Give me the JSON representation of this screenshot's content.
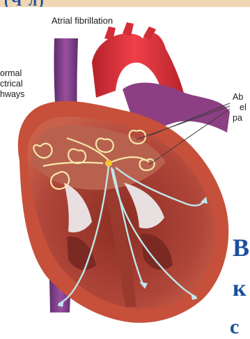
{
  "header": {
    "fragment": "(Ч л)"
  },
  "diagram": {
    "title": "Atrial fibrillation",
    "left_label": [
      "ormal",
      "ctrical",
      "hways"
    ],
    "right_label": [
      "Ab",
      "el",
      "pa"
    ]
  },
  "overlay_text": [
    "B",
    "к",
    "с"
  ],
  "colors": {
    "heart_wall": "#c6503a",
    "aorta": "#e3303a",
    "vena_cava": "#8a3f8f",
    "pulmonary": "#9d4c8e",
    "valve": "#e8dfe0",
    "pathway": "#f5e9a8",
    "ventricle_path": "#bfe7ec",
    "overlay_text": "#1b4f9c"
  }
}
